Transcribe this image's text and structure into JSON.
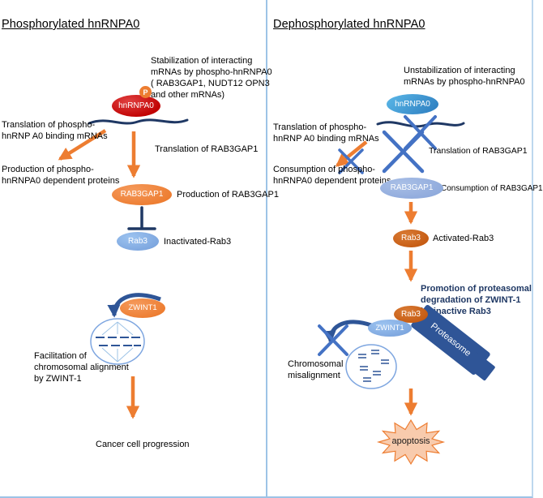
{
  "left": {
    "title": "Phosphorylated hnRNPA0",
    "stabilization_note": "Stabilization of interacting\nmRNAs by phospho-hnRNPA0\n( RAB3GAP1, NUDT12 OPN3\nand other mRNAs)",
    "hnrnpa0": "hnRNPA0",
    "phospho_p": "P",
    "translation_binding_mrnas": "Translation of phospho-\nhnRNP A0 binding mRNAs",
    "production_dependent_proteins": "Production of phospho-\nhnRNPA0 dependent proteins",
    "translation_rab3gap1": "Translation of RAB3GAP1",
    "rab3gap1": "RAB3GAP1",
    "production_rab3gap1": "Production of RAB3GAP1",
    "rab3": "Rab3",
    "inactivated_rab3": "Inactivated-Rab3",
    "zwint1": "ZWINT1",
    "facilitation": "Facilitation of\nchromosomal alignment\nby ZWINT-1",
    "cancer_progression": "Cancer cell progression"
  },
  "right": {
    "title": "Dephosphorylated hnRNPA0",
    "unstabilization_note": "Unstabilization of interacting\nmRNAs by phospho-hnRNPA0",
    "hnrnpa0": "hnRNPA0",
    "translation_binding_mrnas": "Translation of phospho-\nhnRNP A0 binding mRNAs",
    "consumption_dependent_proteins": "Consumption of phospho-\nhnRNPA0 dependent proteins",
    "translation_rab3gap1": "Translation of RAB3GAP1",
    "rab3gap1": "RAB3GAP1",
    "consumption_rab3gap1": "Consumption of RAB3GAP1",
    "rab3": "Rab3",
    "activated_rab3": "Activated-Rab3",
    "promotion_note": "Promotion of proteasomal\ndegradation of ZWINT-1\nby inactive Rab3",
    "rab3_inactive": "Rab3",
    "zwint1": "ZWINT1",
    "proteasome": "Proteasome",
    "chromosomal_misalignment": "Chromosomal\nmisalignment",
    "apoptosis": "apoptosis"
  },
  "colors": {
    "accent_orange": "#ED7D31",
    "deep_red": "#C00000",
    "navy": "#1F3864",
    "medium_blue": "#2E5597",
    "cross_blue": "#4472C4",
    "light_blue": "#7CA5DE",
    "periwinkle": "#8FAADC",
    "sky_blue": "#3E9CD9",
    "dark_orange": "#C55A11",
    "proteasome_blue": "#2F5597",
    "apoptosis_fill": "#F8CBAD",
    "divider_blue": "#9DC3E6"
  }
}
